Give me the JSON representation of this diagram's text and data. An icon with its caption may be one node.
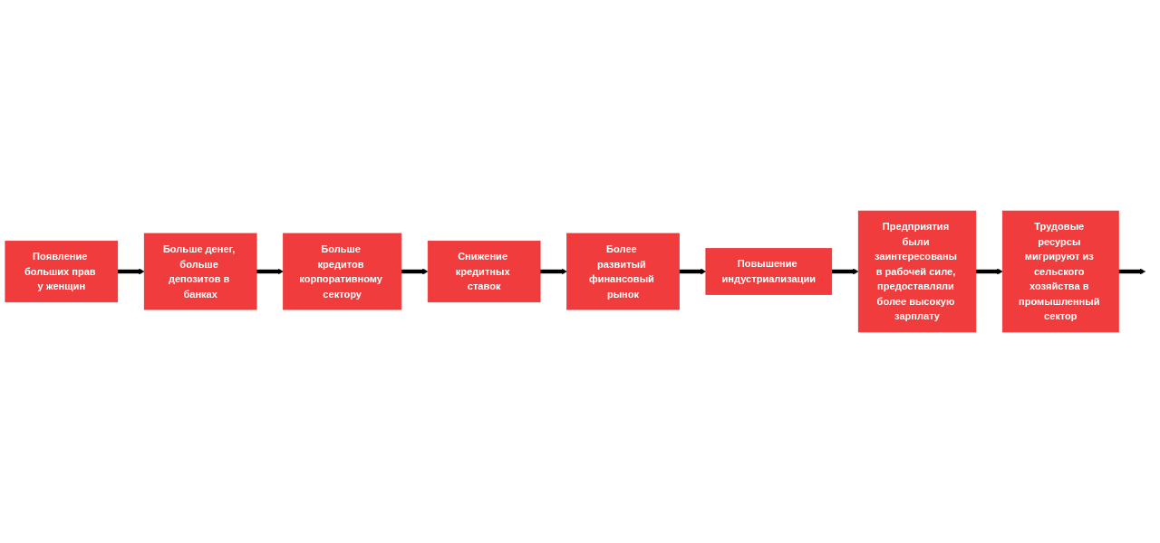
{
  "diagram": {
    "nodes": [
      {
        "text": [
          "Появление больших прав у женщин"
        ]
      },
      {
        "text": [
          "Больше денег, больше депозитов в банках"
        ]
      },
      {
        "text": [
          "Больше кредитов корпоративному сектору"
        ]
      },
      {
        "text": [
          "Снижение кредитных ставок"
        ]
      },
      {
        "text": [
          "Более развитый финансовый рынок"
        ]
      },
      {
        "text": [
          "Повышение индустриализации"
        ]
      },
      {
        "text": [
          "Предприятия были заинтересованы в рабочей силе, предоставляли более высокую зарплату"
        ]
      },
      {
        "text": [
          "Трудовые ресурсы мигрируют из сельского хозяйства в промышленный сектор"
        ]
      }
    ],
    "edges": [
      {
        "from": 0,
        "to": 1,
        "arrow": "to"
      },
      {
        "from": 1,
        "to": 2,
        "arrow": "to"
      },
      {
        "from": 2,
        "to": 3,
        "arrow": "to"
      },
      {
        "from": 3,
        "to": 4,
        "arrow": "to"
      },
      {
        "from": 4,
        "to": 5,
        "arrow": "to"
      },
      {
        "from": 5,
        "to": 6,
        "arrow": "to"
      },
      {
        "from": 6,
        "to": 7,
        "arrow": "to"
      },
      {
        "from": 7,
        "to": null,
        "arrow": "to"
      }
    ]
  }
}
